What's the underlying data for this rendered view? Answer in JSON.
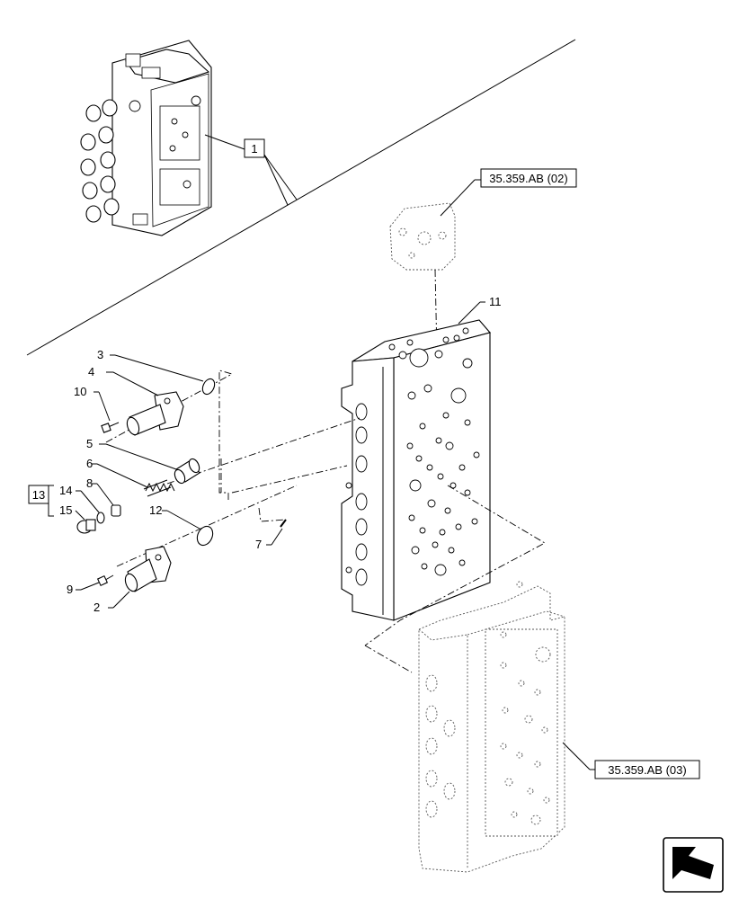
{
  "references": {
    "top_block": "35.359.AB (02)",
    "bottom_block": "35.359.AB (03)"
  },
  "callouts": {
    "assembly": "1",
    "c2": "2",
    "c3": "3",
    "c4": "4",
    "c5": "5",
    "c6": "6",
    "c7": "7",
    "c8": "8",
    "c9": "9",
    "c10": "10",
    "c11": "11",
    "c12": "12",
    "kit": "13",
    "c14": "14",
    "c15": "15"
  },
  "icons": {
    "corner": "arrow-icon"
  }
}
